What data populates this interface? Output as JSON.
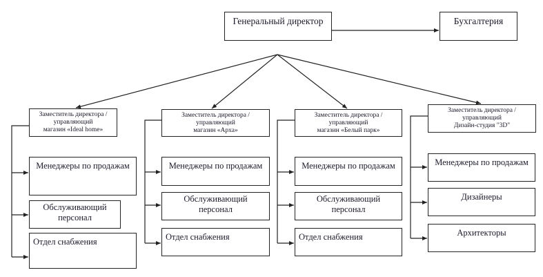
{
  "top": {
    "ceo": "Генеральный директор",
    "accounting": "Бухгалтерия"
  },
  "columns": [
    {
      "deputy": [
        "Заместитель директора /",
        "управляющий",
        "магазин «Ideal home»"
      ],
      "units": [
        "Менеджеры по продажам",
        "Обслуживающий персонал",
        "Отдел снабжения"
      ]
    },
    {
      "deputy": [
        "Заместитель директора /",
        "управляющий",
        "магазин «Арха»"
      ],
      "units": [
        "Менеджеры по продажам",
        "Обслуживающий персонал",
        "Отдел снабжения"
      ]
    },
    {
      "deputy": [
        "Заместитель директора /",
        "управляющий",
        "магазин «Белый парк»"
      ],
      "units": [
        "Менеджеры по продажам",
        "Обслуживающий персонал",
        "Отдел снабжения"
      ]
    },
    {
      "deputy": [
        "Заместитель директора /",
        "управляющий",
        "Дизайн-студия \"3D\""
      ],
      "units": [
        "Менеджеры по продажам",
        "Дизайнеры",
        "Архитекторы"
      ]
    }
  ],
  "service_label_lines": [
    "Обслуживающий",
    "персонал"
  ]
}
